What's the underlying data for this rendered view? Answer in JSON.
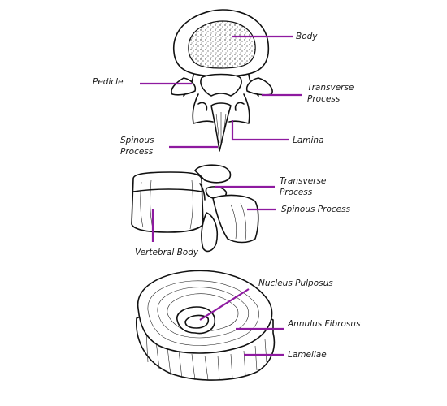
{
  "accent_color": "#8e1aa0",
  "top_view": {
    "labels": {
      "body": "Body",
      "pedicle": "Pedicle",
      "transverse_line1": "Transverse",
      "transverse_line2": "Process",
      "spinous_line1": "Spinous",
      "spinous_line2": "Process",
      "lamina": "Lamina"
    }
  },
  "side_view": {
    "labels": {
      "transverse_line1": "Transverse",
      "transverse_line2": "Process",
      "spinous": "Spinous Process",
      "vertebral_body": "Vertebral Body"
    }
  },
  "disc_view": {
    "labels": {
      "nucleus": "Nucleus Pulposus",
      "annulus": "Annulus Fibrosus",
      "lamellae": "Lamellae"
    }
  }
}
